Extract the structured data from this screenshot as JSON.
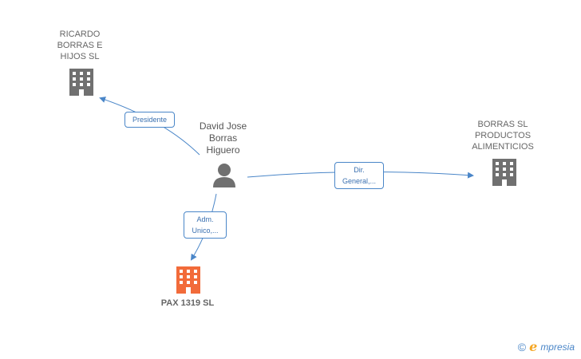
{
  "nodes": {
    "ricardo": {
      "label": "RICARDO\nBORRAS E\nHIJOS  SL",
      "icon": "building-icon",
      "color": "#707070"
    },
    "borras": {
      "label": "BORRAS SL\nPRODUCTOS\nALIMENTICIOS",
      "icon": "building-icon",
      "color": "#707070"
    },
    "pax": {
      "label": "PAX 1319  SL",
      "icon": "building-icon",
      "color": "#f26b3a"
    },
    "person": {
      "label": "David Jose\nBorras\nHiguero",
      "icon": "person-icon",
      "color": "#707070"
    }
  },
  "edges": {
    "presidente": {
      "label": "Presidente"
    },
    "dir": {
      "label": "Dir.\nGeneral,..."
    },
    "adm": {
      "label": "Adm.\nUnico,..."
    }
  },
  "colors": {
    "edge": "#4a86c8"
  },
  "footer": {
    "copyright": "©",
    "brand_initial": "e",
    "brand_rest": "mpresia"
  }
}
